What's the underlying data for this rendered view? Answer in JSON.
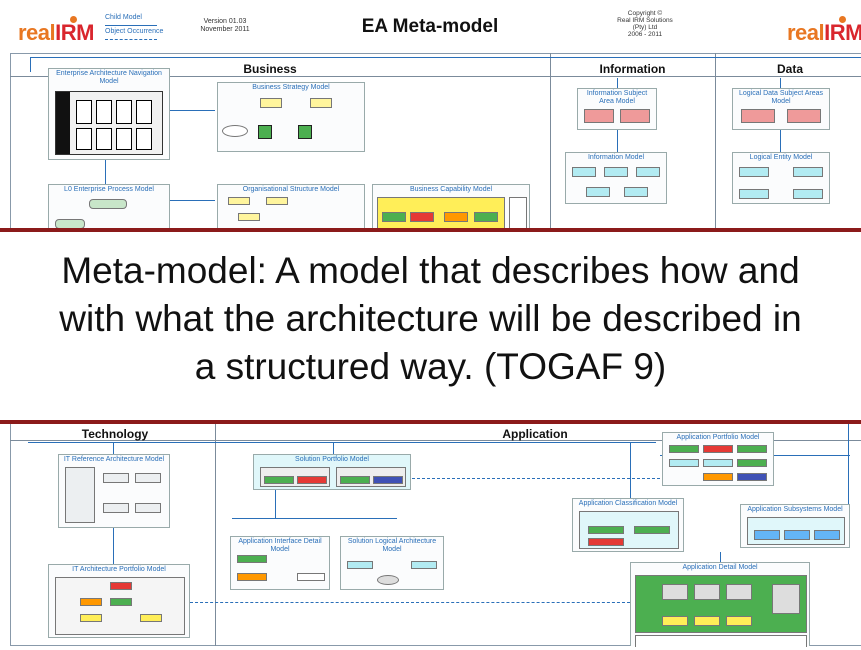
{
  "header": {
    "logo_left": {
      "part1": "real",
      "part2": "IRM"
    },
    "logo_right": {
      "part1": "real",
      "part2": "IRM"
    },
    "legend": {
      "child_model": "Child Model",
      "object_occurrence": "Object Occurrence"
    },
    "version": "Version 01.03",
    "date": "November 2011",
    "title": "EA Meta-model",
    "copyright_lines": [
      "Copyright ©",
      "Real IRM Solutions",
      "(Pty) Ltd",
      "2006 - 2011"
    ]
  },
  "columns": {
    "business": "Business",
    "information": "Information",
    "data": "Data",
    "technology": "Technology",
    "application": "Application"
  },
  "models": {
    "ea_nav": "Enterprise Architecture Navigation Model",
    "business_strategy": "Business Strategy Model",
    "info_subject_area": "Information Subject Area Model",
    "logical_data_subject": "Logical Data Subject Areas Model",
    "information_model": "Information Model",
    "logical_entity": "Logical Entity Model",
    "l0_process": "L0 Enterprise Process Model",
    "org_structure": "Organisational Structure Model",
    "business_capability": "Business Capability Model",
    "it_reference": "IT Reference Architecture Model",
    "solution_portfolio": "Solution Portfolio Model",
    "application_portfolio": "Application Portfolio Model",
    "application_classification": "Application Classification Model",
    "application_subsystems": "Application Subsystems Model",
    "app_interface_detail": "Application Interface Detail Model",
    "solution_logical_arch": "Solution Logical Architecture Model",
    "it_arch_portfolio": "IT Architecture Portfolio Model",
    "application_detail": "Application Detail Model"
  },
  "banner": {
    "line1": "Meta-model: A model that describes how and",
    "line2": "with what the architecture will be described in",
    "line3": "a structured way. (TOGAF 9)"
  },
  "colors": {
    "banner_border": "#8b1a1a",
    "logo_orange": "#e87722",
    "logo_red": "#d9262d",
    "model_title": "#2a6fb8"
  }
}
